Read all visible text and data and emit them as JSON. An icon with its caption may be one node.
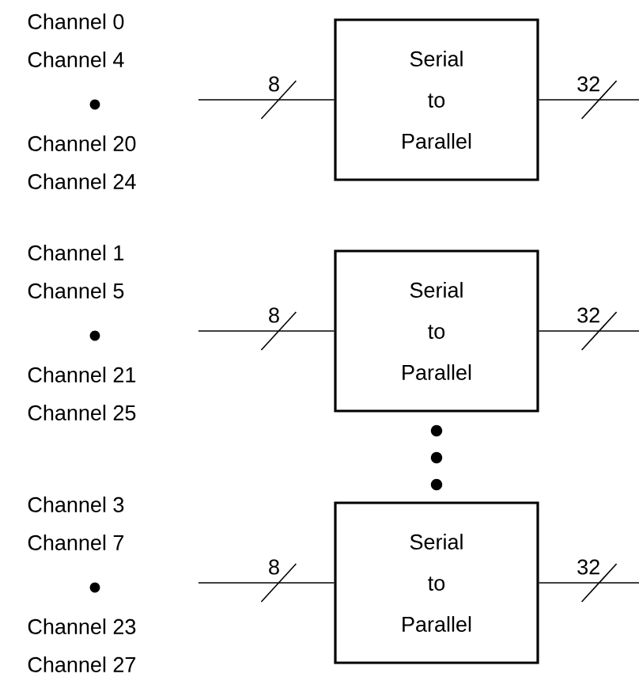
{
  "diagram": {
    "nodes": [
      {
        "text": [
          "Channel 0",
          "Channel 4",
          "Channel 20",
          "Channel 24"
        ]
      },
      {
        "text": [
          "Serial to Parallel"
        ]
      },
      {
        "text": [
          "Channel 1",
          "Channel 5",
          "Channel 21",
          "Channel 25"
        ]
      },
      {
        "text": [
          "Serial to Parallel"
        ]
      },
      {
        "text": [
          "Channel 3",
          "Channel 7",
          "Channel 23",
          "Channel 27"
        ]
      },
      {
        "text": [
          "Serial to Parallel"
        ]
      }
    ],
    "edges": [
      {
        "from": 0,
        "to": 1,
        "arrow": "none",
        "label": "8"
      },
      {
        "from": 1,
        "to": null,
        "arrow": "none",
        "label": "32"
      },
      {
        "from": 2,
        "to": 3,
        "arrow": "none",
        "label": "8"
      },
      {
        "from": 3,
        "to": null,
        "arrow": "none",
        "label": "32"
      },
      {
        "from": 4,
        "to": 5,
        "arrow": "none",
        "label": "8"
      },
      {
        "from": 5,
        "to": null,
        "arrow": "none",
        "label": "32"
      }
    ]
  }
}
